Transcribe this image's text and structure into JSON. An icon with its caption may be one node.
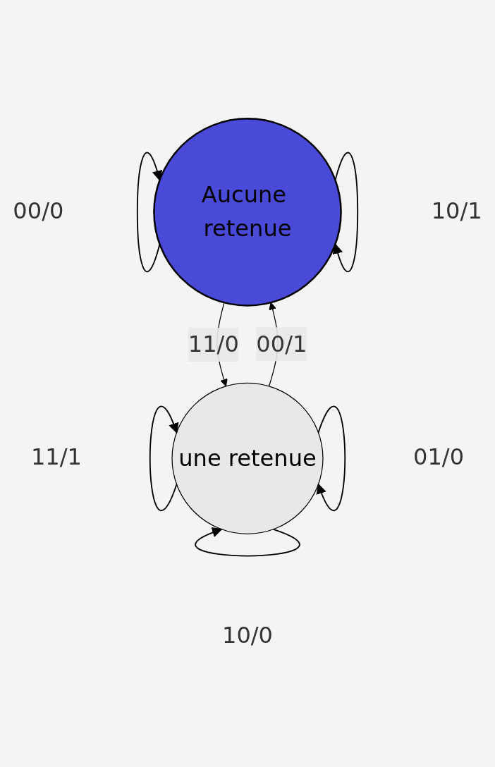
{
  "diagram": {
    "nodes": [
      {
        "text": [
          "Aucune retenue"
        ]
      },
      {
        "text": [
          "une retenue"
        ]
      }
    ],
    "edges": [
      {
        "from": 0,
        "to": 0,
        "arrow": "to",
        "label": "00/0"
      },
      {
        "from": 0,
        "to": 0,
        "arrow": "to",
        "label": "10/1"
      },
      {
        "from": 0,
        "to": 1,
        "arrow": "to",
        "label": "11/0"
      },
      {
        "from": 1,
        "to": 0,
        "arrow": "to",
        "label": "00/1"
      },
      {
        "from": 1,
        "to": 1,
        "arrow": "to",
        "label": "11/1"
      },
      {
        "from": 1,
        "to": 1,
        "arrow": "to",
        "label": "01/0"
      },
      {
        "from": 1,
        "to": 1,
        "arrow": "to",
        "label": "10/0"
      }
    ]
  }
}
